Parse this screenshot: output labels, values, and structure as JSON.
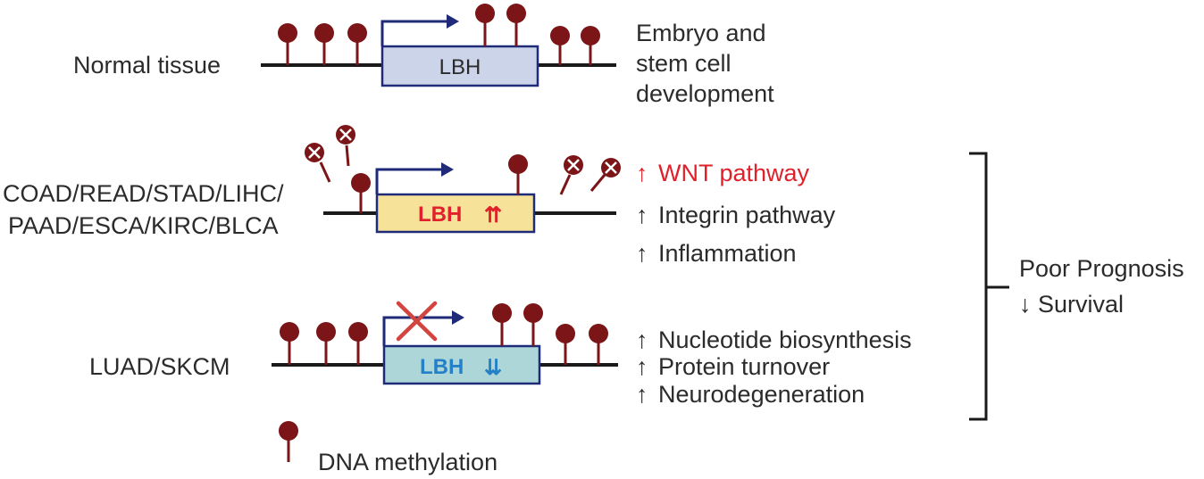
{
  "rows": {
    "normal": {
      "label": "Normal tissue",
      "gene": "LBH",
      "outcome": [
        "Embryo and",
        "stem cell",
        "development"
      ]
    },
    "upregulated": {
      "label": [
        "COAD/READ/STAD/LIHC/",
        "PAAD/ESCA/KIRC/BLCA"
      ],
      "gene": "LBH",
      "gene_arrows": "⇈",
      "effects": [
        {
          "arrow": "↑",
          "text": "WNT pathway",
          "highlight": true
        },
        {
          "arrow": "↑",
          "text": "Integrin pathway",
          "highlight": false
        },
        {
          "arrow": "↑",
          "text": "Inflammation",
          "highlight": false
        }
      ]
    },
    "downregulated": {
      "label": "LUAD/SKCM",
      "gene": "LBH",
      "gene_arrows": "⇊",
      "effects": [
        {
          "arrow": "↑",
          "text": "Nucleotide biosynthesis"
        },
        {
          "arrow": "↑",
          "text": "Protein turnover"
        },
        {
          "arrow": "↑",
          "text": "Neurodegeneration"
        }
      ]
    }
  },
  "prognosis": {
    "line1": "Poor Prognosis",
    "line2": "↓ Survival"
  },
  "legend": {
    "label": "DNA methylation",
    "icon": "methylation-lollipop-icon"
  },
  "colors": {
    "methyl": "#7b1517",
    "line": "#1a1a1a",
    "tss_arrow": "#1f2a78",
    "box_normal": "#ccd4ea",
    "box_up": "#f7e29a",
    "box_down": "#acd6d8",
    "up_red": "#e0212b",
    "down_blue": "#2680c8",
    "block_x": "#d2453f"
  }
}
